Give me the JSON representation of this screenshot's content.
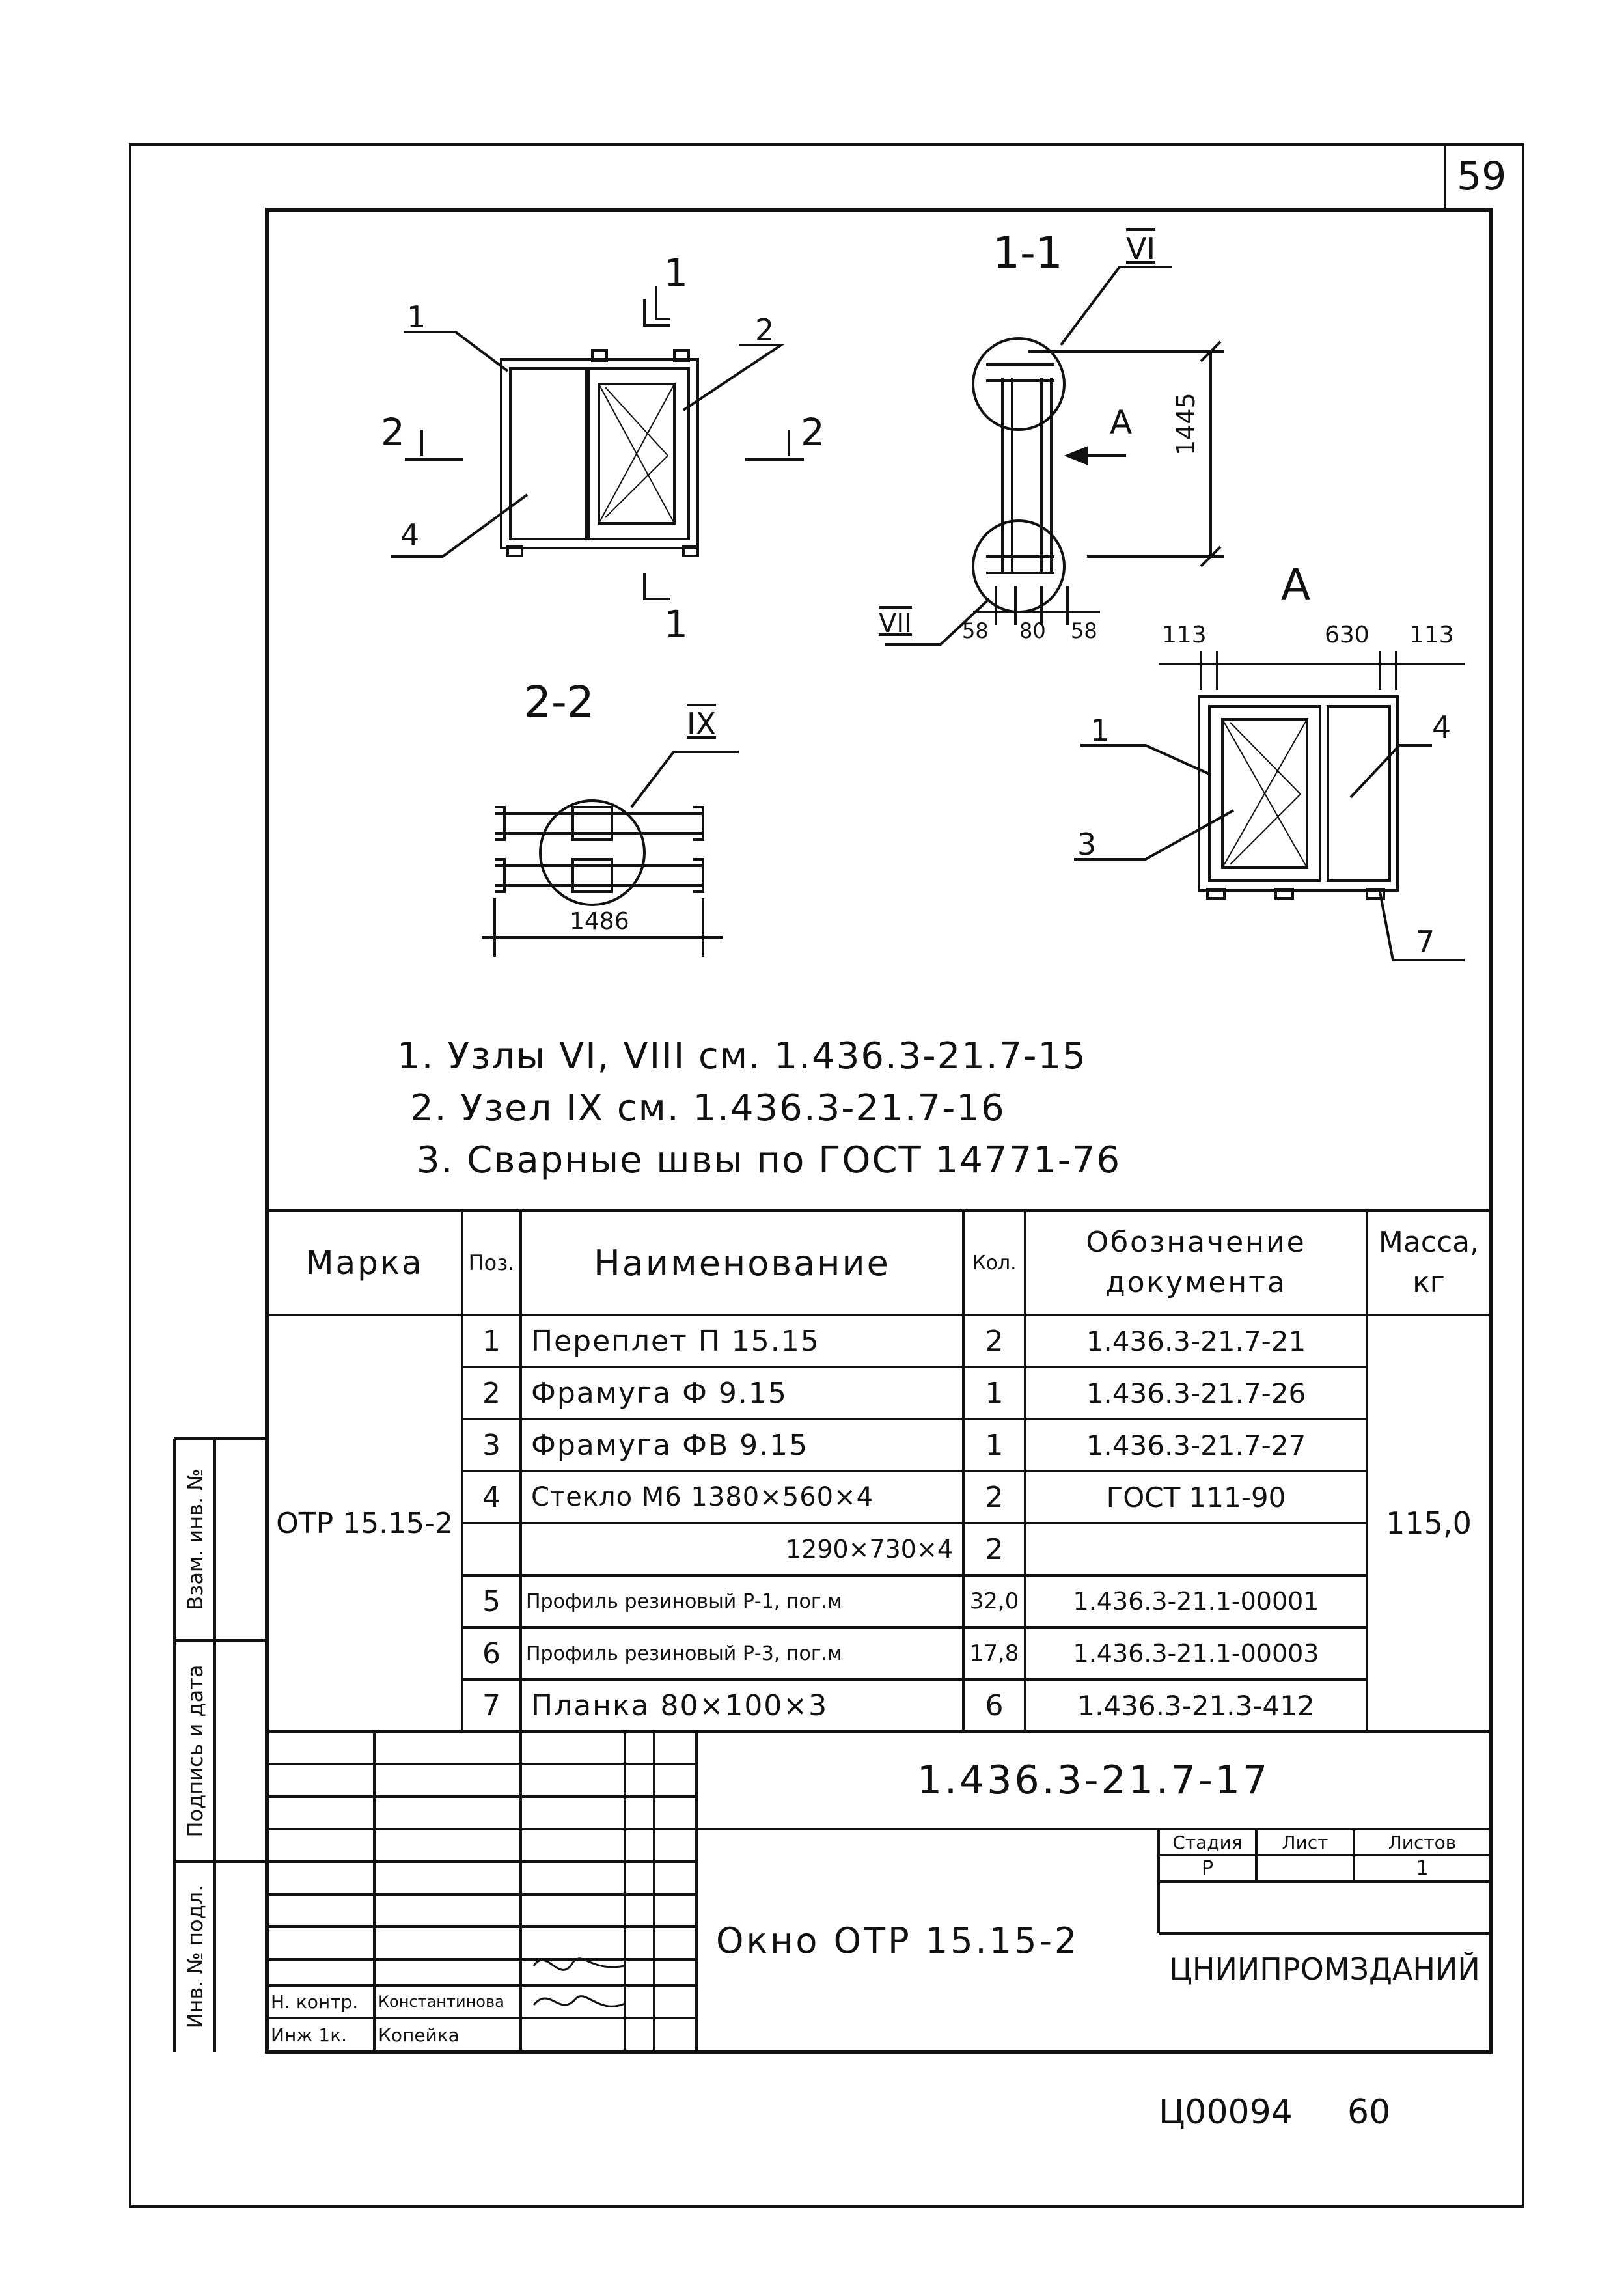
{
  "sheet": {
    "page_number": "59",
    "bottom_code": "Ц00094",
    "bottom_number": "60"
  },
  "drawing": {
    "section_1_1": "1-1",
    "section_2_2": "2-2",
    "view_a": "A",
    "arrow_a": "A",
    "node_vi": "VI",
    "node_vii": "VII",
    "node_ix": "IX",
    "cut_1_top": "1",
    "cut_1_bottom": "1",
    "cut_2_left": "2",
    "cut_2_right": "2",
    "callouts": {
      "c1": "1",
      "c2": "2",
      "c4": "4",
      "a1": "1",
      "a3": "3",
      "a4": "4",
      "a7": "7"
    },
    "dims": {
      "height": "1445",
      "w58a": "58",
      "w80": "80",
      "w58b": "58",
      "w113a": "113",
      "w630": "630",
      "w113b": "113",
      "w1486": "1486"
    }
  },
  "notes": [
    "1. Узлы VI, VIII см. 1.436.3-21.7-15",
    "2. Узел IX см. 1.436.3-21.7-16",
    "3. Сварные швы по ГОСТ 14771-76"
  ],
  "spec_table": {
    "headers": {
      "mark": "Марка",
      "pos": "Поз.",
      "name": "Наименование",
      "qty": "Кол.",
      "doc": "Обозначение документа",
      "mass": "Масса, кг"
    },
    "mark": "ОТР 15.15-2",
    "mass": "115,0",
    "rows": [
      {
        "pos": "1",
        "name": "Переплет   П 15.15",
        "qty": "2",
        "doc": "1.436.3-21.7-21"
      },
      {
        "pos": "2",
        "name": "Фрамуга    Ф 9.15",
        "qty": "1",
        "doc": "1.436.3-21.7-26"
      },
      {
        "pos": "3",
        "name": "Фрамуга    ФВ 9.15",
        "qty": "1",
        "doc": "1.436.3-21.7-27"
      },
      {
        "pos": "4",
        "name": "Стекло М6   1380×560×4",
        "qty": "2",
        "doc": "ГОСТ 111-90"
      },
      {
        "pos": "",
        "name": "1290×730×4",
        "qty": "2",
        "doc": ""
      },
      {
        "pos": "5",
        "name": "Профиль резиновый Р-1, пог.м",
        "qty": "32,0",
        "doc": "1.436.3-21.1-00001"
      },
      {
        "pos": "6",
        "name": "Профиль резиновый Р-3, пог.м",
        "qty": "17,8",
        "doc": "1.436.3-21.1-00003"
      },
      {
        "pos": "7",
        "name": "Планка 80×100×3",
        "qty": "6",
        "doc": "1.436.3-21.3-412"
      }
    ]
  },
  "title_block": {
    "doc_code": "1.436.3-21.7-17",
    "title": "Окно ОТР 15.15-2",
    "stage_label": "Стадия",
    "sheet_label": "Лист",
    "sheets_label": "Листов",
    "stage": "Р",
    "sheets": "1",
    "org": "ЦНИИПРОМЗДАНИЙ",
    "roles": [
      {
        "role": "Н. контр.",
        "name": "Константинова"
      },
      {
        "role": "Инж 1к.",
        "name": "Копейка"
      }
    ]
  },
  "side_stamp": {
    "inv_podl": "Инв. № подл.",
    "sign_date": "Подпись и дата",
    "vzam_inv": "Взам. инв. №"
  }
}
